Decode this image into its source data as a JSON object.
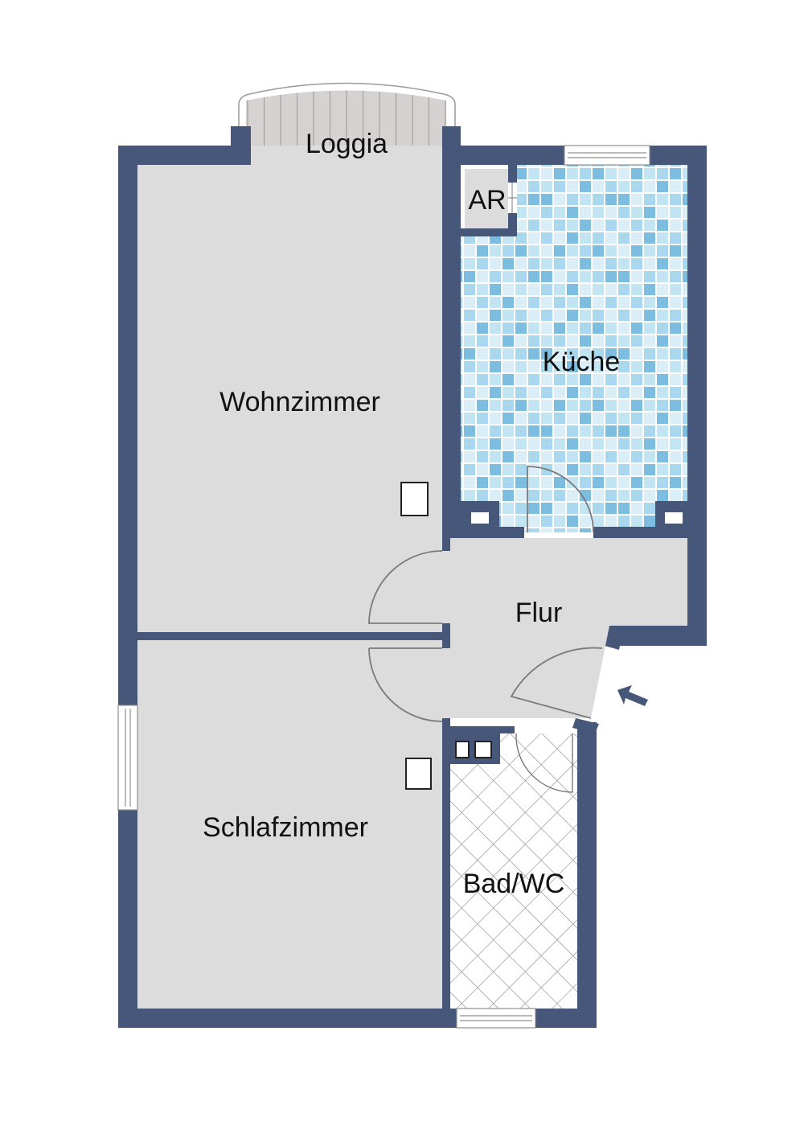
{
  "plan": {
    "colors": {
      "wall": "#475779",
      "floor": "#dcdcdc",
      "loggia_floor": "#d6d2d2",
      "kitchen_tile_light": "#d9eef7",
      "kitchen_tile_mid": "#a9d8ee",
      "kitchen_tile_dark": "#7cbde0",
      "bath_floor": "#ffffff",
      "bath_grid": "#8a8a8a",
      "door_line": "#7a7a7a",
      "label": "#111111"
    },
    "rooms": [
      {
        "id": "loggia",
        "label": "Loggia"
      },
      {
        "id": "ar",
        "label": "AR"
      },
      {
        "id": "kueche",
        "label": "Küche"
      },
      {
        "id": "wohnzimmer",
        "label": "Wohnzimmer"
      },
      {
        "id": "flur",
        "label": "Flur"
      },
      {
        "id": "schlafzimmer",
        "label": "Schlafzimmer"
      },
      {
        "id": "bad",
        "label": "Bad/WC"
      }
    ],
    "entrance_arrow": "entrance-arrow-icon"
  }
}
